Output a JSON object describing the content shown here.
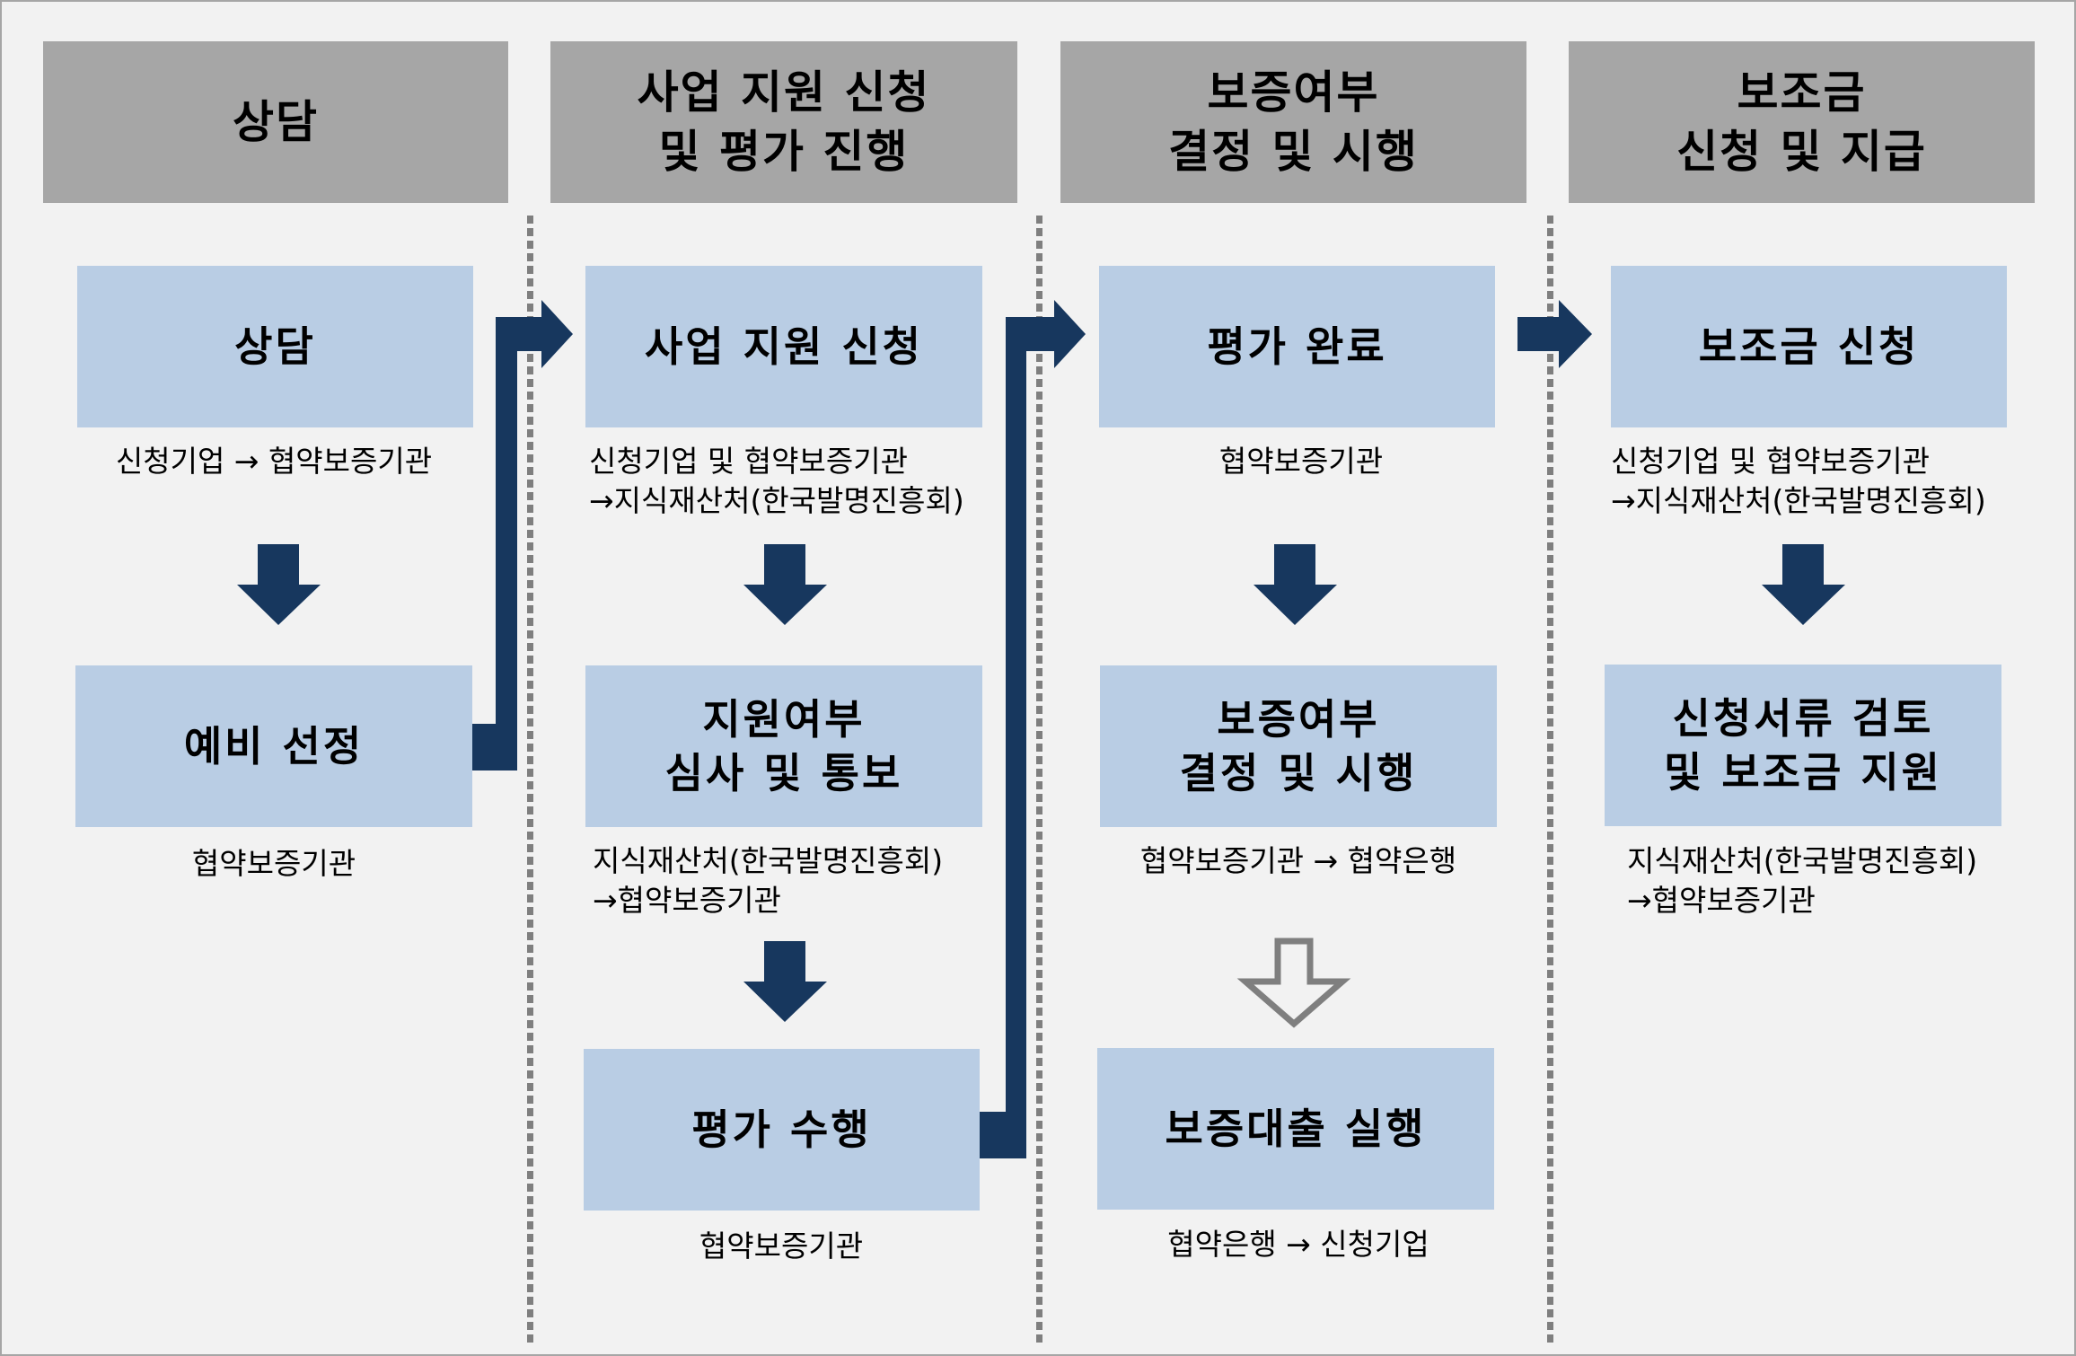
{
  "colors": {
    "background": "#f2f2f2",
    "header_fill": "#a6a6a6",
    "step_fill": "#b9cde4",
    "arrow_fill": "#17375e",
    "divider": "#7f7f7f",
    "hollow_arrow_stroke": "#7f7f7f"
  },
  "columns": [
    {
      "header": "상담",
      "steps": [
        {
          "title": "상담",
          "caption": "신청기업 → 협약보증기관"
        },
        {
          "title": "예비 선정",
          "caption": "협약보증기관"
        }
      ]
    },
    {
      "header": "사업 지원 신청\n및 평가 진행",
      "steps": [
        {
          "title": "사업 지원 신청",
          "caption": "신청기업 및 협약보증기관\n→지식재산처(한국발명진흥회)"
        },
        {
          "title": "지원여부\n심사 및 통보",
          "caption": "지식재산처(한국발명진흥회)\n→협약보증기관"
        },
        {
          "title": "평가 수행",
          "caption": "협약보증기관"
        }
      ]
    },
    {
      "header": "보증여부\n결정 및 시행",
      "steps": [
        {
          "title": "평가 완료",
          "caption": "협약보증기관"
        },
        {
          "title": "보증여부\n결정 및 시행",
          "caption": "협약보증기관 → 협약은행"
        },
        {
          "title": "보증대출 실행",
          "caption": "협약은행 → 신청기업"
        }
      ]
    },
    {
      "header": "보조금\n신청 및 지급",
      "steps": [
        {
          "title": "보조금 신청",
          "caption": "신청기업 및 협약보증기관\n→지식재산처(한국발명진흥회)"
        },
        {
          "title": "신청서류 검토\n및 보조금 지원",
          "caption": "지식재산처(한국발명진흥회)\n→협약보증기관"
        }
      ]
    }
  ],
  "icons": {
    "down_arrow": "solid-down-arrow-icon",
    "hollow_down_arrow": "hollow-down-arrow-icon",
    "bent_arrow": "bent-right-arrow-icon",
    "right_arrow": "right-arrow-icon"
  }
}
